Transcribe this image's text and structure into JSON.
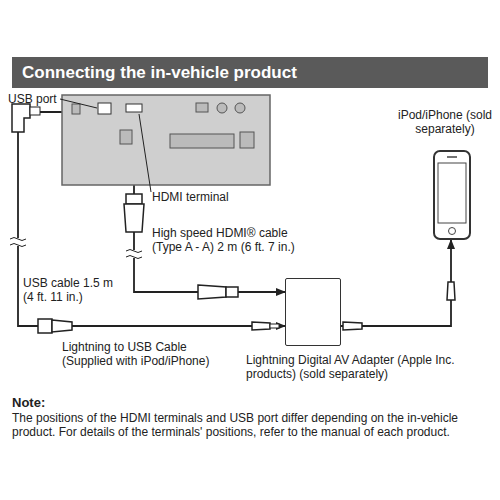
{
  "diagram": {
    "title": "Connecting the in-vehicle product",
    "nodes": [
      {
        "text": [
          "USB port",
          "HDMI terminal"
        ]
      },
      {
        "text": [
          "Lightning Digital AV Adapter (Apple Inc. products) (sold separately)"
        ]
      },
      {
        "text": [
          "iPod/iPhone (sold separately)"
        ]
      }
    ],
    "edges": [
      {
        "from": 0,
        "to": 1,
        "arrow": "to"
      },
      {
        "from": 0,
        "to": 1,
        "arrow": "to"
      },
      {
        "from": 1,
        "to": 2,
        "arrow": "to"
      }
    ],
    "labels": [
      "High speed HDMI® cable (Type A - A) 2 m (6 ft. 7 in.)",
      "USB cable 1.5 m (4 ft. 11 in.)",
      "Lightning to USB Cable (Supplied with iPod/iPhone)",
      "Note:",
      "The positions of the HDMI terminals and USB port differ depending on the in-vehicle product. For details of the terminals' positions, refer to the manual of each product."
    ]
  }
}
